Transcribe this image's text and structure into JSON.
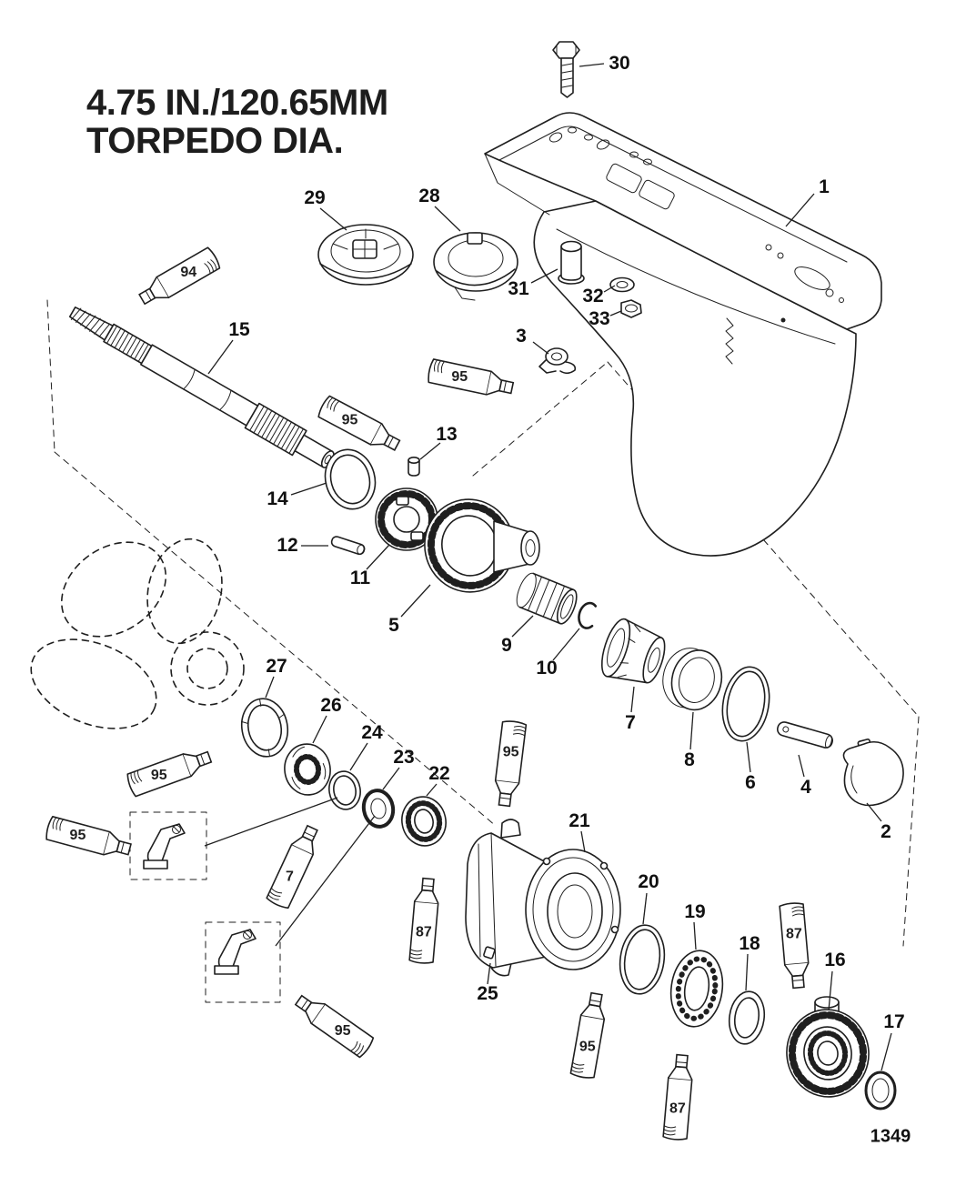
{
  "title": {
    "line1": "4.75 IN./120.65MM",
    "line2": "TORPEDO DIA."
  },
  "diagram_number": "1349",
  "colors": {
    "background": "#ffffff",
    "line": "#1f1f1f",
    "text": "#111111"
  },
  "callouts": [
    {
      "label": "1"
    },
    {
      "label": "2"
    },
    {
      "label": "3"
    },
    {
      "label": "4"
    },
    {
      "label": "5"
    },
    {
      "label": "6"
    },
    {
      "label": "7"
    },
    {
      "label": "8"
    },
    {
      "label": "9"
    },
    {
      "label": "10"
    },
    {
      "label": "11"
    },
    {
      "label": "12"
    },
    {
      "label": "13"
    },
    {
      "label": "14"
    },
    {
      "label": "15"
    },
    {
      "label": "16"
    },
    {
      "label": "17"
    },
    {
      "label": "18"
    },
    {
      "label": "19"
    },
    {
      "label": "20"
    },
    {
      "label": "21"
    },
    {
      "label": "22"
    },
    {
      "label": "23"
    },
    {
      "label": "24"
    },
    {
      "label": "25"
    },
    {
      "label": "26"
    },
    {
      "label": "27"
    },
    {
      "label": "28"
    },
    {
      "label": "29"
    },
    {
      "label": "30"
    },
    {
      "label": "31"
    },
    {
      "label": "32"
    },
    {
      "label": "33"
    }
  ],
  "tubes": [
    {
      "label": "94"
    },
    {
      "label": "95"
    },
    {
      "label": "95"
    },
    {
      "label": "95"
    },
    {
      "label": "95"
    },
    {
      "label": "7"
    },
    {
      "label": "95"
    },
    {
      "label": "87"
    },
    {
      "label": "95"
    },
    {
      "label": "87"
    },
    {
      "label": "87"
    },
    {
      "label": "95"
    }
  ]
}
